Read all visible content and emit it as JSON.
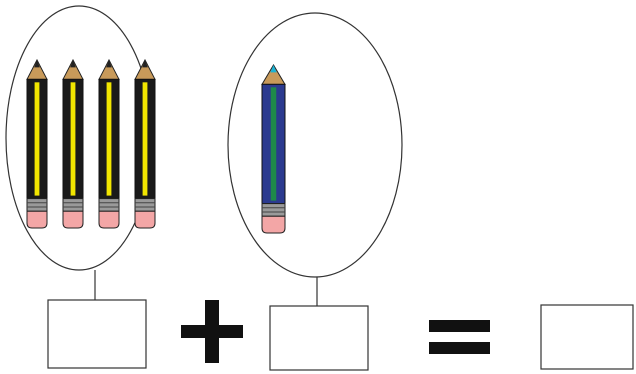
{
  "groups": [
    {
      "object": "pencil",
      "count": 4,
      "colors": {
        "body": "#1a1a1a",
        "stripe": "#f2e600",
        "tip": "#222222",
        "wood": "#c89a5a",
        "ferrule": "#9a9a9a",
        "eraser": "#f3a6a6"
      }
    },
    {
      "object": "pencil",
      "count": 1,
      "colors": {
        "body": "#2b3a8f",
        "stripe": "#1e8a4a",
        "tip": "#19b3d6",
        "wood": "#c89a5a",
        "ferrule": "#9a9a9a",
        "eraser": "#f3a6a6"
      }
    }
  ],
  "answer_boxes": [
    {
      "value": ""
    },
    {
      "value": ""
    },
    {
      "value": ""
    }
  ],
  "operators": {
    "plus": "plus-sign",
    "equals": "equals-sign"
  },
  "colors": {
    "stroke": "#333333",
    "operator": "#111111",
    "background": "#ffffff"
  }
}
